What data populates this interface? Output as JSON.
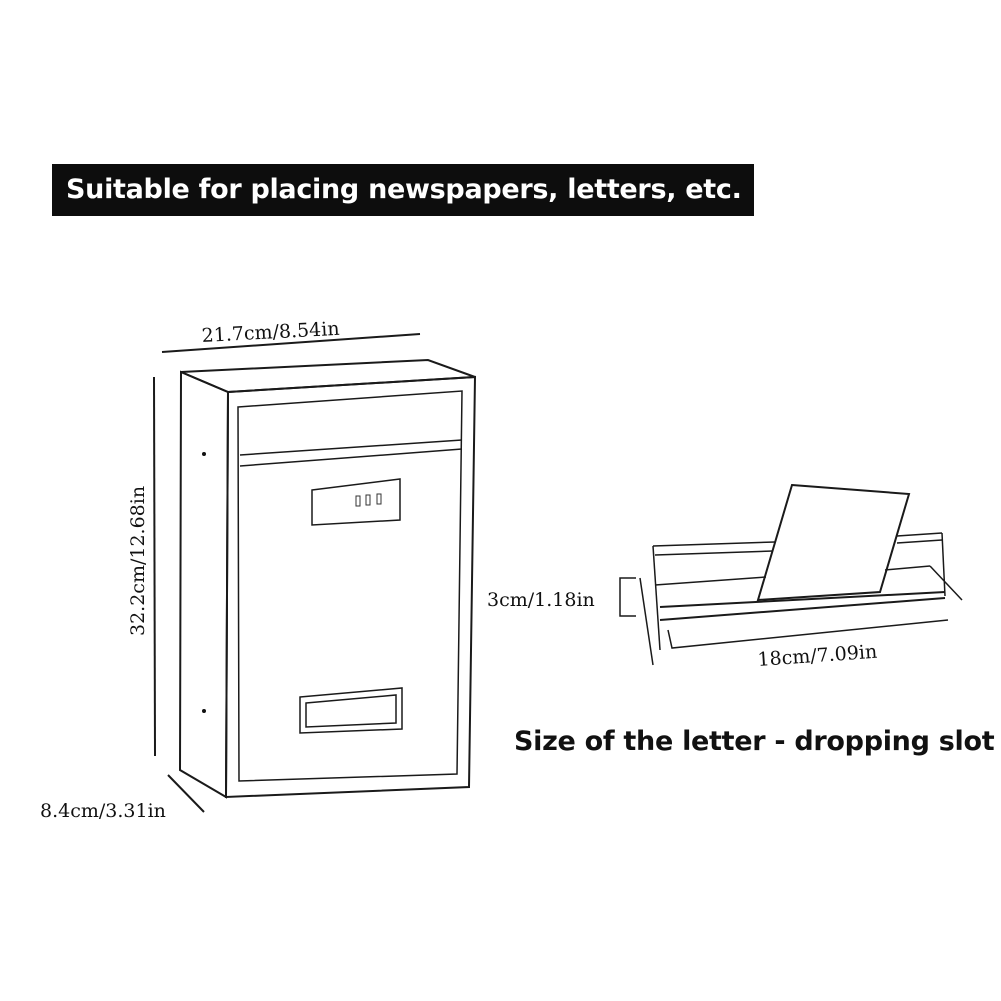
{
  "banner": {
    "text": "Suitable for placing newspapers, letters, etc."
  },
  "mailbox": {
    "width_label": "21.7cm/8.54in",
    "height_label": "32.2cm/12.68in",
    "depth_label": "8.4cm/3.31in"
  },
  "slot": {
    "height_label": "3cm/1.18in",
    "length_label": "18cm/7.09in",
    "caption": "Size of the letter - dropping slot"
  }
}
